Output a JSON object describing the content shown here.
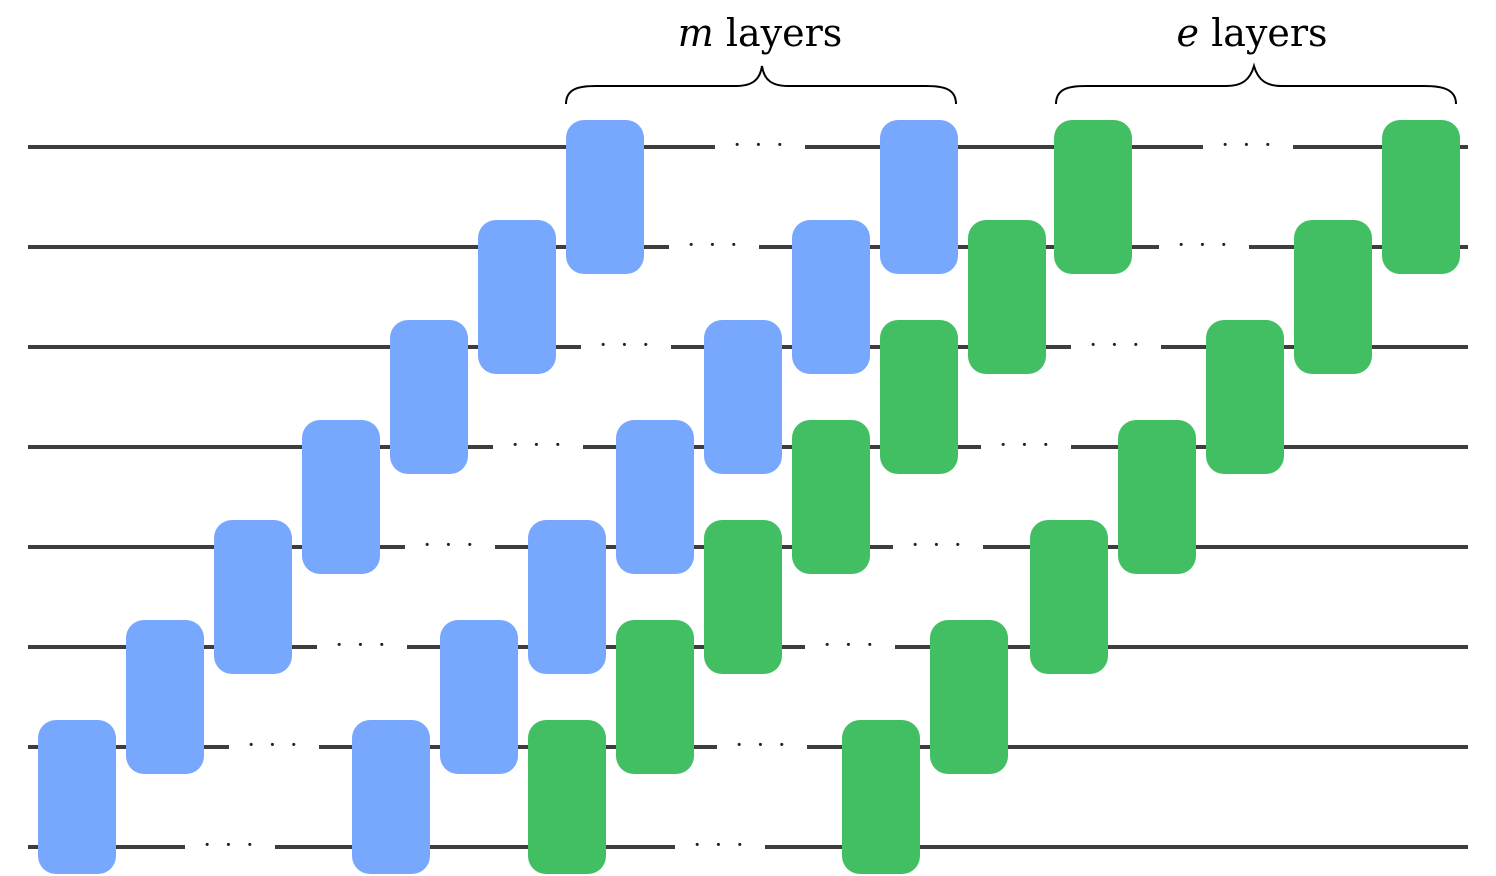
{
  "diagram": {
    "labels": {
      "m_layers": {
        "symbol": "m",
        "word": "layers"
      },
      "e_layers": {
        "symbol": "e",
        "word": "layers"
      }
    },
    "ellipsis": "· · ·",
    "wire_count": 8,
    "colors": {
      "wire": "#3d3d3d",
      "m_gate": "#78a8fd",
      "e_gate": "#43bf63",
      "background": "#ffffff"
    }
  }
}
